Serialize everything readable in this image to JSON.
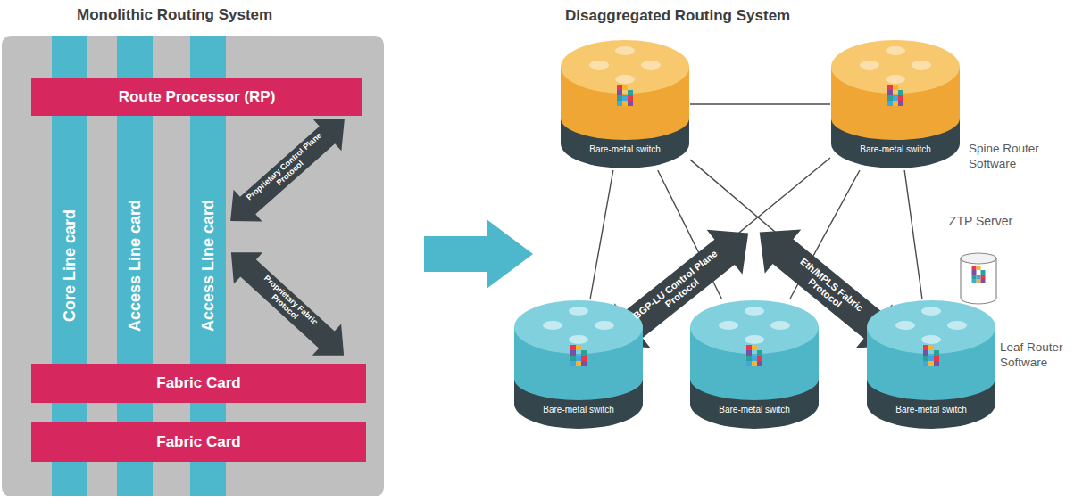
{
  "diagram": {
    "nodes": [
      {
        "text": [
          "Monolithic Routing System"
        ]
      },
      {
        "text": [
          "Route Processor (RP)"
        ],
        "in": 0
      },
      {
        "text": [
          "Core Line card"
        ],
        "in": 0
      },
      {
        "text": [
          "Access Line card"
        ],
        "in": 0
      },
      {
        "text": [
          "Access Line card"
        ],
        "in": 0
      },
      {
        "text": [
          "Fabric Card"
        ],
        "in": 0
      },
      {
        "text": [
          "Fabric Card"
        ],
        "in": 0
      },
      {
        "text": [
          "Bare-metal switch"
        ]
      },
      {
        "text": [
          "Bare-metal switch",
          "Spine Router Software"
        ]
      },
      {
        "text": [
          "ZTP Server"
        ]
      },
      {
        "text": [
          "Bare-metal switch"
        ]
      },
      {
        "text": [
          "Bare-metal switch"
        ]
      },
      {
        "text": [
          "Bare-metal switch",
          "Leaf Router Software"
        ]
      }
    ],
    "edges": [
      {
        "from": 7,
        "to": 8,
        "arrow": "none"
      },
      {
        "from": 7,
        "to": 10,
        "arrow": "none"
      },
      {
        "from": 7,
        "to": 11,
        "arrow": "none"
      },
      {
        "from": 7,
        "to": 12,
        "arrow": "none"
      },
      {
        "from": 8,
        "to": 10,
        "arrow": "none"
      },
      {
        "from": 8,
        "to": 11,
        "arrow": "none"
      },
      {
        "from": 8,
        "to": 12,
        "arrow": "none"
      }
    ],
    "labels": [
      "Disaggregated Routing System",
      "Proprietary Control Plane Protocol",
      "Proprietary Fabric Protocol",
      "BGP-LU Control Plane Protocol",
      "Eth/MPLS Fabric Protocol"
    ]
  }
}
